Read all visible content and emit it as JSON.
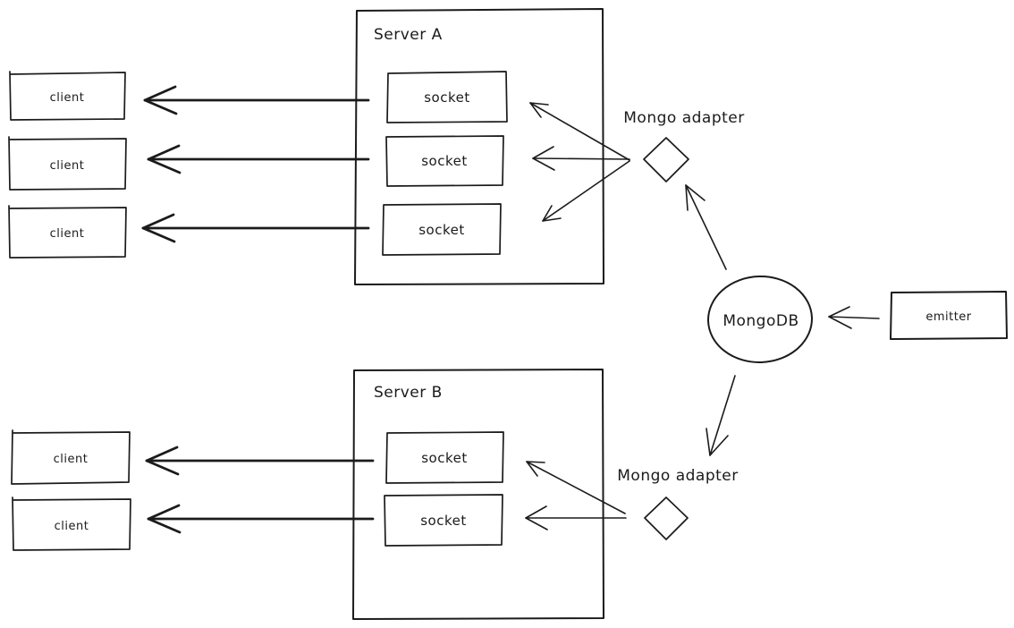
{
  "canvas": {
    "background": "#ffffff",
    "ink": "#1b1b1b"
  },
  "server_a": {
    "title": "Server A",
    "sockets": [
      "socket",
      "socket",
      "socket"
    ]
  },
  "server_b": {
    "title": "Server B",
    "sockets": [
      "socket",
      "socket"
    ]
  },
  "clients_top": [
    "client",
    "client",
    "client"
  ],
  "clients_bottom": [
    "client",
    "client"
  ],
  "adapters": {
    "top": "Mongo adapter",
    "bottom": "Mongo adapter"
  },
  "mongodb": {
    "label": "MongoDB"
  },
  "emitter": {
    "label": "emitter"
  }
}
